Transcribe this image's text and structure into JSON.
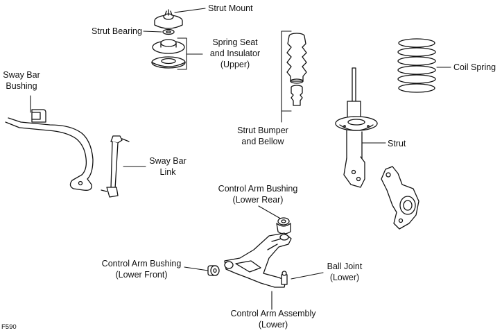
{
  "labels": {
    "strut_mount": "Strut Mount",
    "strut_bearing": "Strut Bearing",
    "spring_seat_1": "Spring Seat",
    "spring_seat_2": "and Insulator",
    "spring_seat_3": "(Upper)",
    "coil_spring": "Coil Spring",
    "sway_bar_bushing_1": "Sway Bar",
    "sway_bar_bushing_2": "Bushing",
    "sway_bar_link_1": "Sway Bar",
    "sway_bar_link_2": "Link",
    "strut_bumper_1": "Strut Bumper",
    "strut_bumper_2": "and Bellow",
    "strut": "Strut",
    "ca_bushing_rear_1": "Control Arm Bushing",
    "ca_bushing_rear_2": "(Lower Rear)",
    "ca_bushing_front_1": "Control Arm Bushing",
    "ca_bushing_front_2": "(Lower Front)",
    "ball_joint_1": "Ball Joint",
    "ball_joint_2": "(Lower)",
    "ca_assembly_1": "Control Arm Assembly",
    "ca_assembly_2": "(Lower)"
  },
  "figure_code": "F590"
}
